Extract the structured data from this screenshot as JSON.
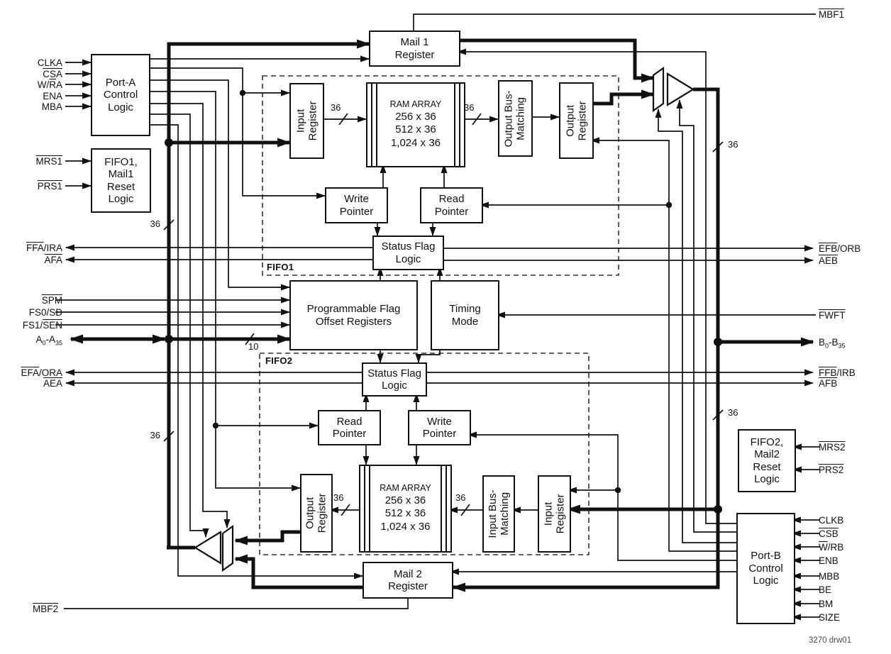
{
  "blocks": {
    "port_a": "Port-A\nControl\nLogic",
    "reset1": "FIFO1,\nMail1\nReset\nLogic",
    "mail1": "Mail 1\nRegister",
    "input_reg": "Input\nRegister",
    "ram_title": "RAM ARRAY",
    "ram_sizes": "256 x 36\n512 x 36\n1,024 x 36",
    "output_bus_matching": "Output Bus-\nMatching",
    "output_reg": "Output\nRegister",
    "write_pointer": "Write\nPointer",
    "read_pointer": "Read\nPointer",
    "status_flag": "Status Flag\nLogic",
    "prog_flag": "Programmable Flag\nOffset Registers",
    "timing_mode": "Timing\nMode",
    "input_bus_matching": "Input Bus-\nMatching",
    "mail2": "Mail 2\nRegister",
    "reset2": "FIFO2,\nMail2\nReset\nLogic",
    "port_b": "Port-B\nControl\nLogic"
  },
  "boundaries": {
    "fifo1": "FIFO1",
    "fifo2": "FIFO2"
  },
  "signals": {
    "left": {
      "clka": "CLKA",
      "csa": "[CSA]",
      "wra": "W/[R]A",
      "ena": "ENA",
      "mba": "MBA",
      "mrs1": "[MRS1]",
      "prs1": "[PRS1]",
      "ffa_ira": "[FFA]/IRA",
      "afa": "[AFA]",
      "spm": "[SPM]",
      "fs0_sd": "FS0/SD",
      "fs1_sen": "FS1/[SEN]",
      "a_bus": "A{0}-A{35}",
      "efa_ora": "[EFA]/ORA",
      "aea": "[AEA]",
      "mbf2": "[MBF2]"
    },
    "right": {
      "mbf1": "[MBF1]",
      "efb_orb": "[EFB]/ORB",
      "aeb": "[AEB]",
      "fwft": "[FWFT]",
      "b_bus": "B{0}-B{35}",
      "ffb_irb": "[FFB]/IRB",
      "afb": "[AFB]",
      "mrs2": "[MRS2]",
      "prs2": "[PRS2]",
      "clkb": "CLKB",
      "csb": "[CSB]",
      "wrb": "[W]/RB",
      "enb": "ENB",
      "mbb": "MBB",
      "be": "BE",
      "bm": "BM",
      "size": "SIZE"
    }
  },
  "bus_widths": {
    "w36": "36",
    "w10": "10"
  },
  "footer": {
    "drawing_number": "3270 drw01"
  }
}
